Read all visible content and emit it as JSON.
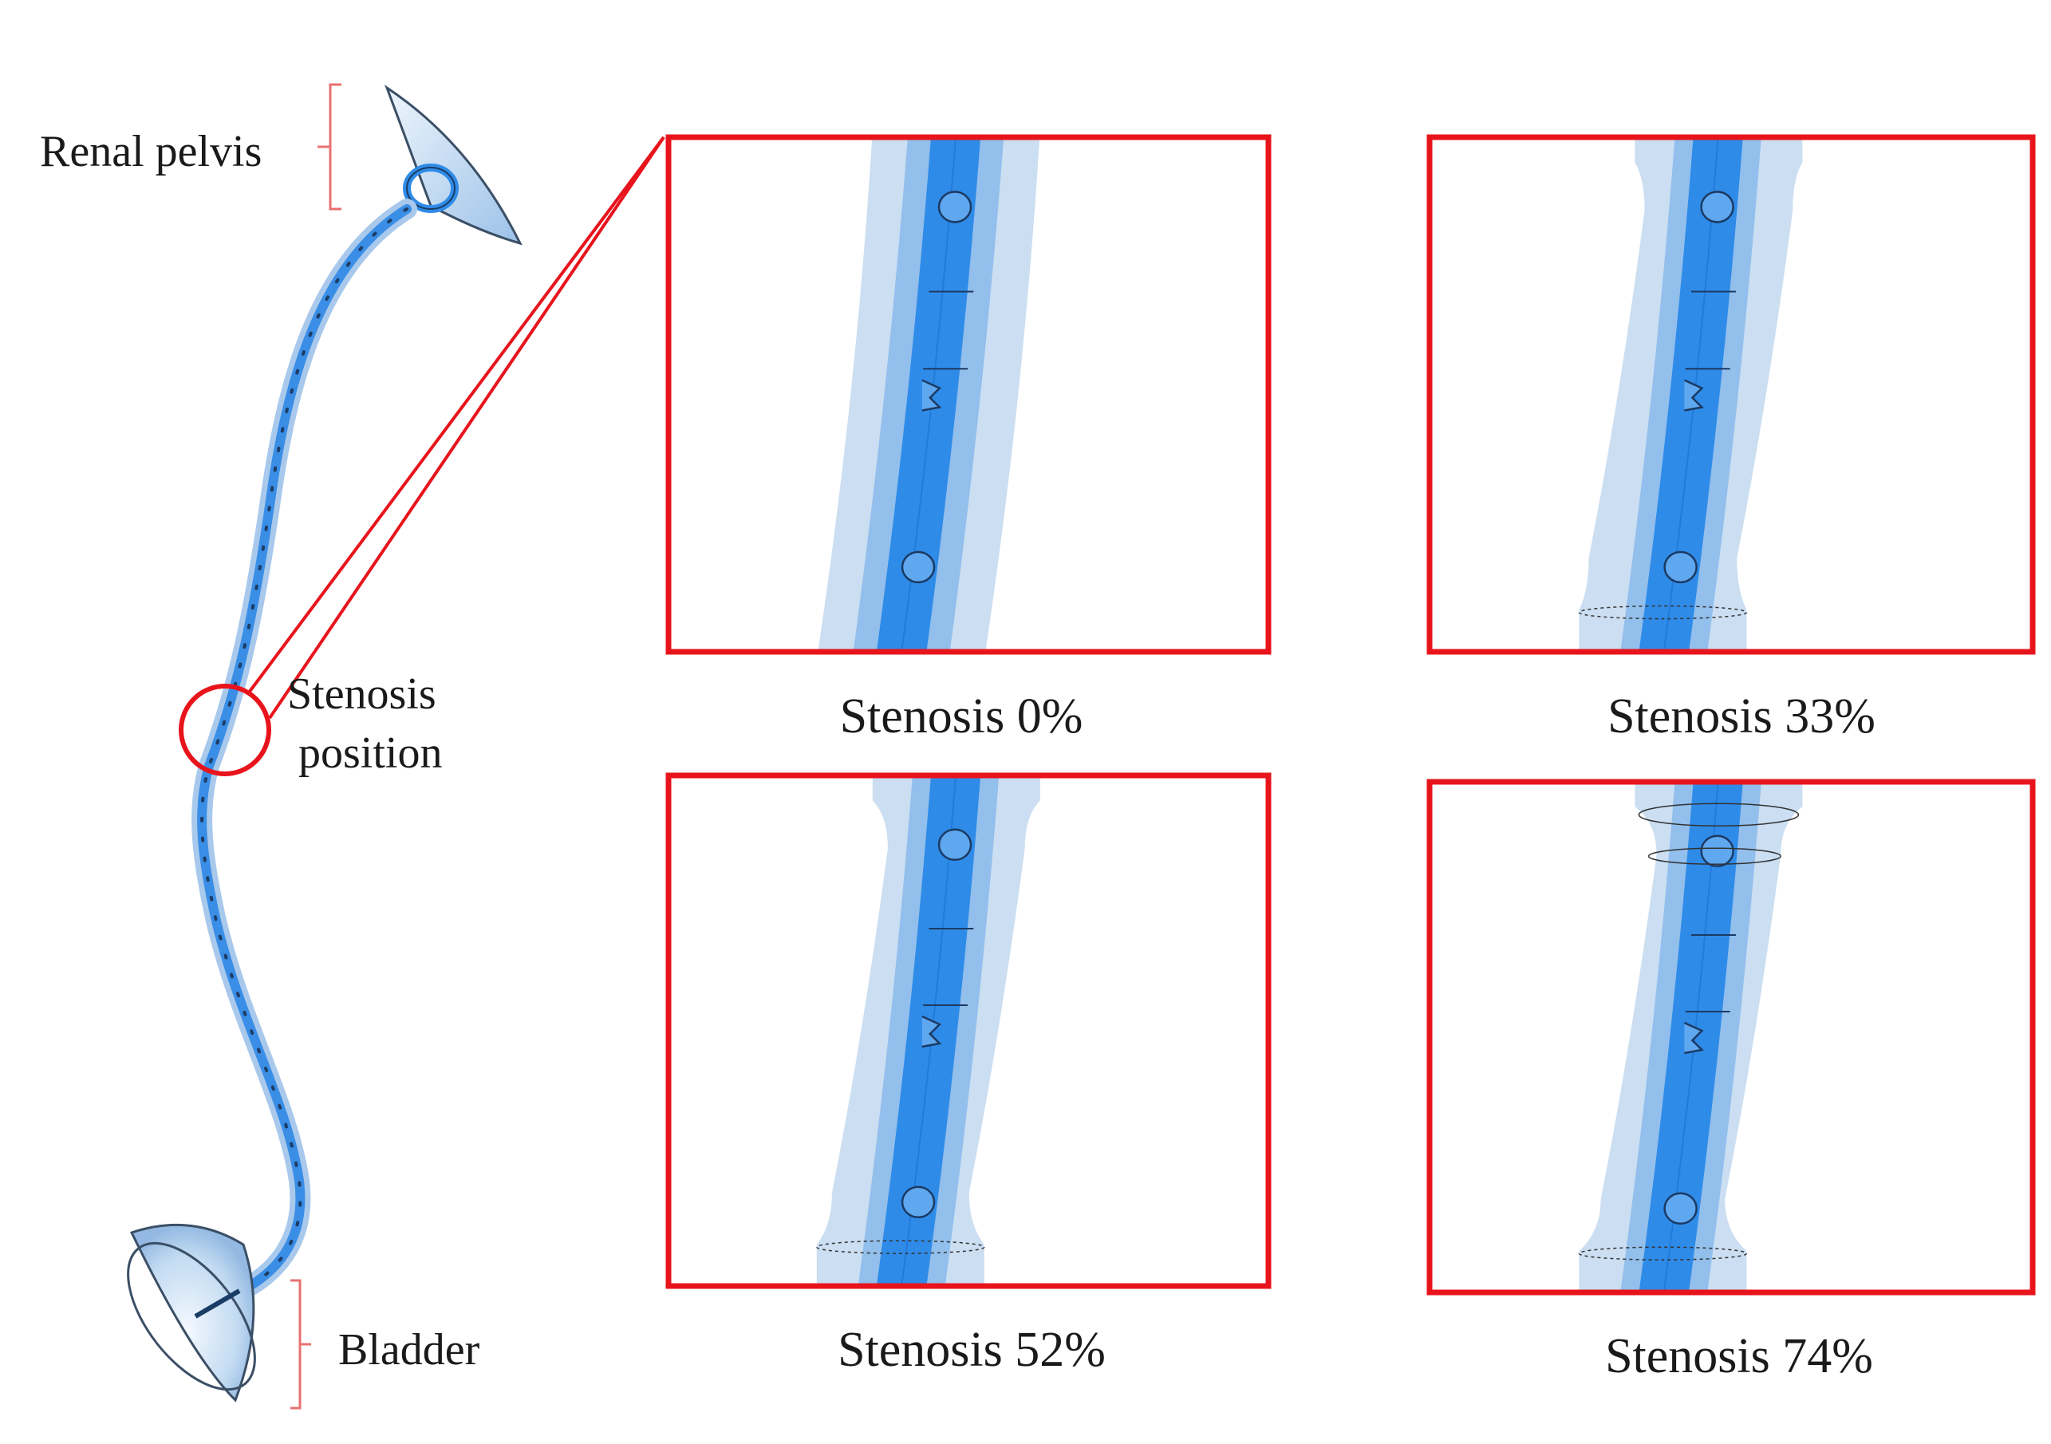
{
  "anatomy_labels": {
    "renal_pelvis": "Renal pelvis",
    "stenosis_position_line1": "Stenosis",
    "stenosis_position_line2": "position",
    "bladder": "Bladder"
  },
  "panels": [
    {
      "caption": "Stenosis 0%",
      "stenosis_percent": 0
    },
    {
      "caption": "Stenosis 33%",
      "stenosis_percent": 33
    },
    {
      "caption": "Stenosis 52%",
      "stenosis_percent": 52
    },
    {
      "caption": "Stenosis 74%",
      "stenosis_percent": 74
    }
  ],
  "colors": {
    "highlight_red": "#e8141c",
    "ureter_outer": "#b9d3ee",
    "ureter_mid": "#7fb4ea",
    "stent_blue": "#2f8be8",
    "stent_dark": "#1a6fd0",
    "bracket": "#e87070",
    "organ_fill": "#cfe1f4"
  }
}
